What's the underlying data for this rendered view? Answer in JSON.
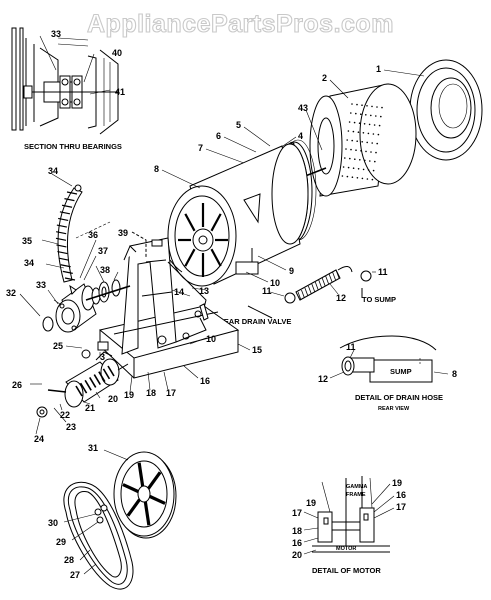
{
  "watermark": "AppliancePartsPros.com",
  "captions": {
    "section_bearings": "SECTION THRU BEARINGS",
    "to_rear_drain_valve": "TO REAR DRAIN VALVE",
    "to_sump": "TO SUMP",
    "detail_drain_hose": "DETAIL OF DRAIN HOSE",
    "rear_view": "REAR VIEW",
    "sump": "SUMP",
    "detail_motor": "DETAIL OF MOTOR",
    "gamma_frame_1": "GAMMA",
    "gamma_frame_2": "FRAME",
    "motor": "MOTOR"
  },
  "callouts": [
    "1",
    "2",
    "3",
    "4",
    "5",
    "6",
    "7",
    "8",
    "9",
    "10",
    "11",
    "12",
    "13",
    "14",
    "15",
    "16",
    "17",
    "18",
    "19",
    "20",
    "21",
    "22",
    "23",
    "24",
    "25",
    "26",
    "27",
    "28",
    "29",
    "30",
    "31",
    "32",
    "33",
    "34",
    "35",
    "36",
    "37",
    "38",
    "39",
    "40",
    "41",
    "43"
  ],
  "detail_callouts": {
    "drain_hose": [
      "11",
      "12",
      "8"
    ],
    "motor_left": [
      "17",
      "19",
      "18",
      "16",
      "20"
    ],
    "motor_right": [
      "19",
      "16",
      "17"
    ]
  }
}
